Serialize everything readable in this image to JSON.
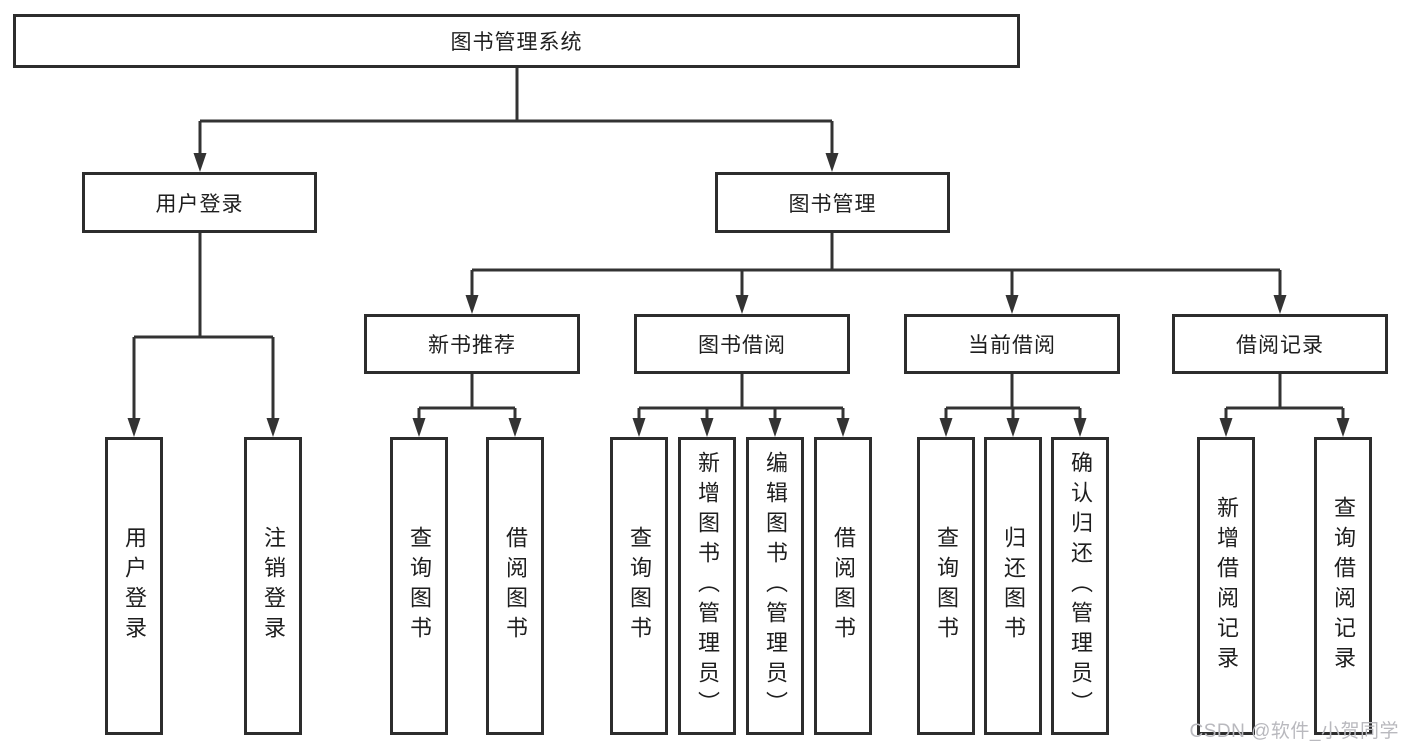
{
  "tree": {
    "root": {
      "label": "图书管理系统",
      "children": [
        {
          "label": "用户登录",
          "children": [
            {
              "label": "用户登录"
            },
            {
              "label": "注销登录"
            }
          ]
        },
        {
          "label": "图书管理",
          "children": [
            {
              "label": "新书推荐",
              "children": [
                {
                  "label": "查询图书"
                },
                {
                  "label": "借阅图书"
                }
              ]
            },
            {
              "label": "图书借阅",
              "children": [
                {
                  "label": "查询图书"
                },
                {
                  "label": "新增图书（管理员）"
                },
                {
                  "label": "编辑图书（管理员）"
                },
                {
                  "label": "借阅图书"
                }
              ]
            },
            {
              "label": "当前借阅",
              "children": [
                {
                  "label": "查询图书"
                },
                {
                  "label": "归还图书"
                },
                {
                  "label": "确认归还（管理员）"
                }
              ]
            },
            {
              "label": "借阅记录",
              "children": [
                {
                  "label": "新增借阅记录"
                },
                {
                  "label": "查询借阅记录"
                }
              ]
            }
          ]
        }
      ]
    }
  },
  "watermark": {
    "text": "CSDN @软件_小贺同学"
  },
  "colors": {
    "line": "#333333",
    "box_border": "#2d2d2d",
    "text": "#1e1e1e",
    "watermark": "#b9b9be",
    "background": "#ffffff"
  }
}
